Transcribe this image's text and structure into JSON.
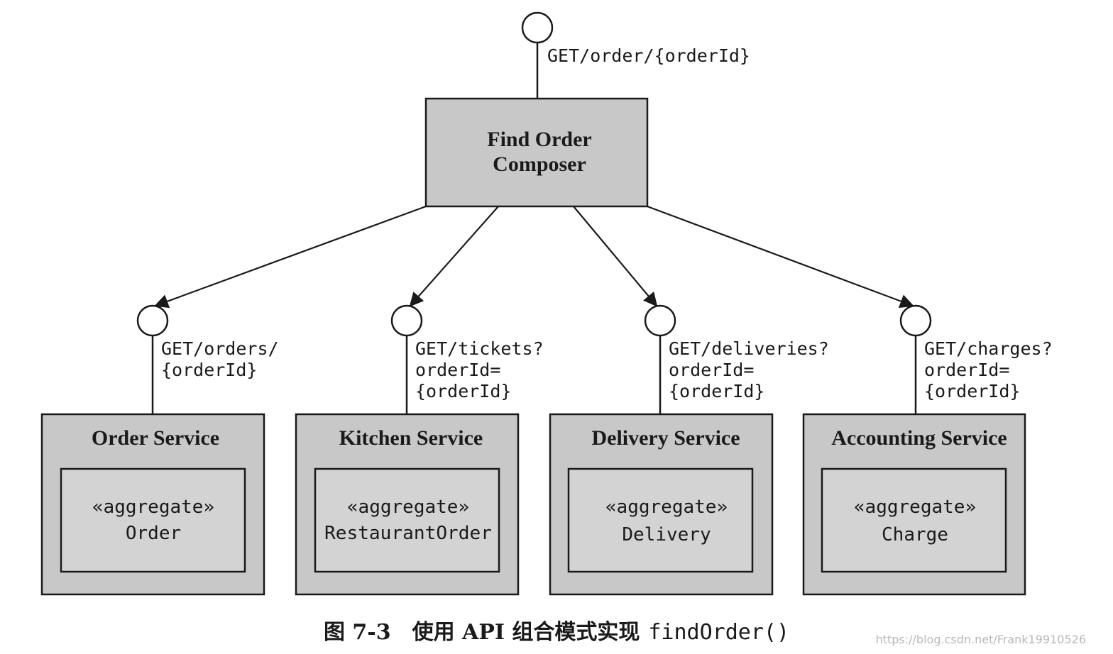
{
  "composer": {
    "endpoint": "GET/order/{orderId}",
    "title_line1": "Find Order",
    "title_line2": "Composer"
  },
  "services": [
    {
      "name": "Order Service",
      "endpoint_lines": [
        "GET/orders/",
        "{orderId}"
      ],
      "stereotype": "«aggregate»",
      "aggregate": "Order"
    },
    {
      "name": "Kitchen Service",
      "endpoint_lines": [
        "GET/tickets?",
        "orderId=",
        "{orderId}"
      ],
      "stereotype": "«aggregate»",
      "aggregate": "RestaurantOrder"
    },
    {
      "name": "Delivery Service",
      "endpoint_lines": [
        "GET/deliveries?",
        "orderId=",
        "{orderId}"
      ],
      "stereotype": "«aggregate»",
      "aggregate": "Delivery"
    },
    {
      "name": "Accounting Service",
      "endpoint_lines": [
        "GET/charges?",
        "orderId=",
        "{orderId}"
      ],
      "stereotype": "«aggregate»",
      "aggregate": "Charge"
    }
  ],
  "caption": {
    "label": "图 7-3",
    "text": "使用 API 组合模式实现",
    "code": "findOrder()"
  },
  "watermark": "https://blog.csdn.net/Frank19910526",
  "colors": {
    "box_fill": "#c8c8c8",
    "inner_fill": "#d3d3d3",
    "stroke": "#1a1a1a"
  }
}
